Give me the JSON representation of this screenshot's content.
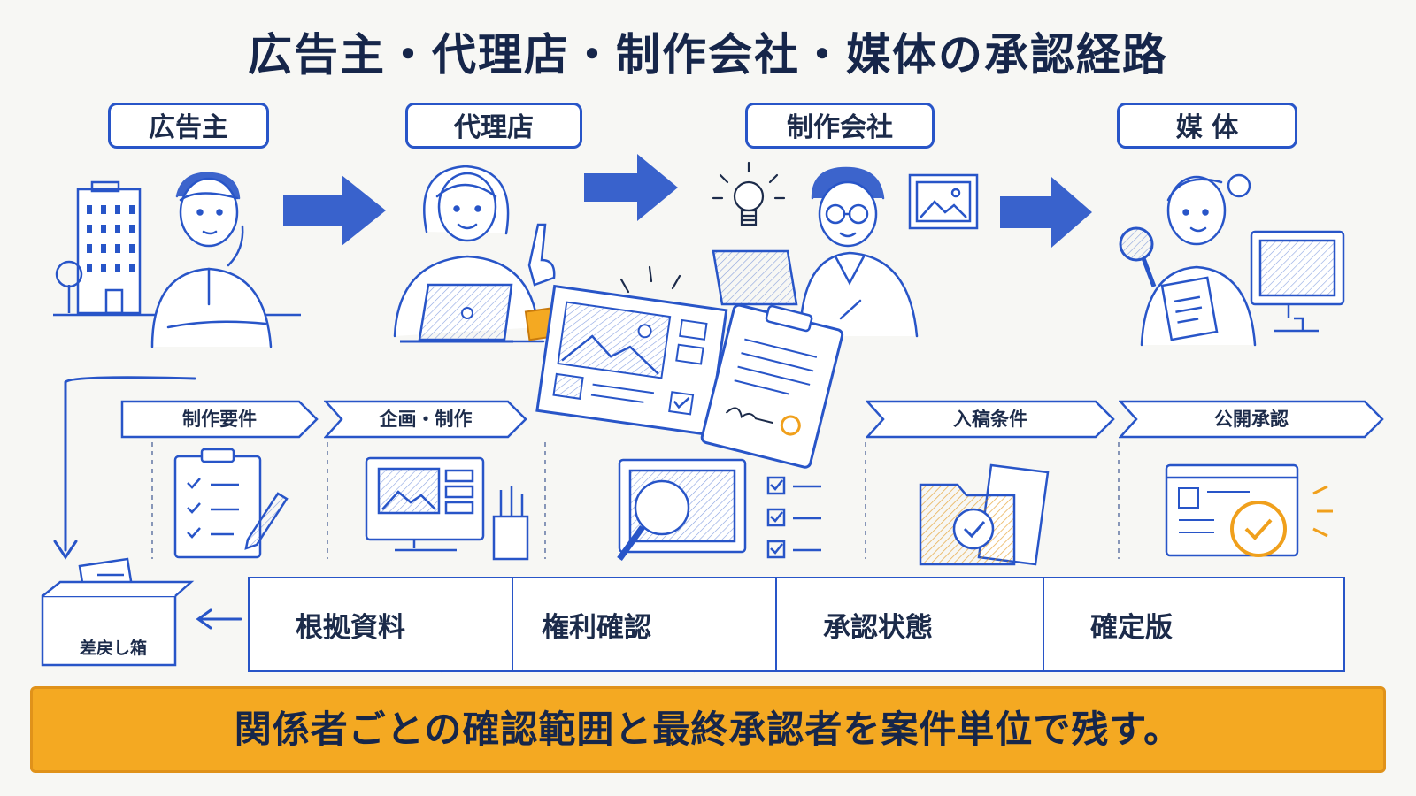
{
  "title": "広告主・代理店・制作会社・媒体の承認経路",
  "roles": [
    {
      "label": "広告主"
    },
    {
      "label": "代理店"
    },
    {
      "label": "制作会社"
    },
    {
      "label": "媒 体"
    }
  ],
  "steps": [
    {
      "label": "制作要件"
    },
    {
      "label": "企画・制作"
    },
    {
      "label": "入稿条件"
    },
    {
      "label": "公開承認"
    }
  ],
  "tags": [
    {
      "label": "根拠資料"
    },
    {
      "label": "権利確認"
    },
    {
      "label": "承認状態"
    },
    {
      "label": "確定版"
    }
  ],
  "return_box": {
    "label": "差戻し箱"
  },
  "banner": {
    "text": "関係者ごとの確認範囲と最終承認者を案件単位で残す。"
  },
  "colors": {
    "primary": "#2855c8",
    "accent": "#f4a922",
    "text": "#16264a",
    "background": "#f7f7f4"
  }
}
